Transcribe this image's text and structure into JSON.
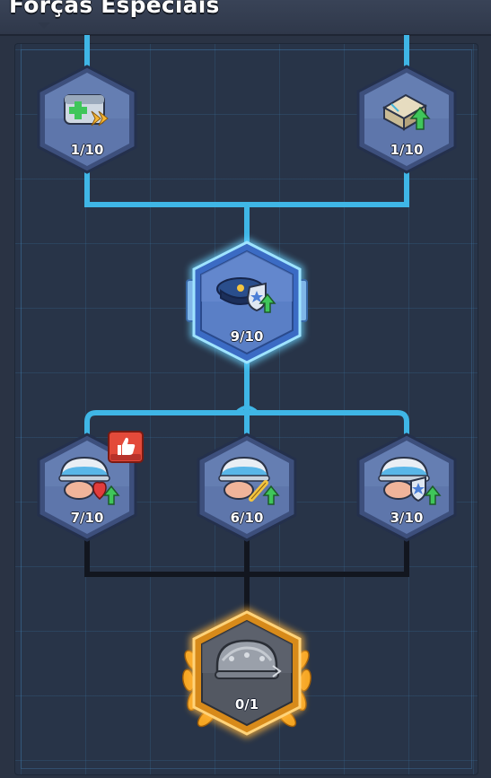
{
  "header": {
    "title": "Forças Especiais"
  },
  "colors": {
    "connector_active": "#3fb6e6",
    "connector_inactive": "#12161f",
    "hex_blue": "#5a73a8",
    "hex_glow": "#6ad4ff",
    "hex_gold": "#f5a623"
  },
  "nodes": {
    "top_left": {
      "icon": "medkit-speed-icon",
      "level": "1/10"
    },
    "top_right": {
      "icon": "building-upgrade-icon",
      "level": "1/10"
    },
    "center": {
      "icon": "police-cap-shield-icon",
      "level": "9/10"
    },
    "mid_left": {
      "icon": "soldier-heart-upgrade-icon",
      "level": "7/10"
    },
    "mid_center": {
      "icon": "soldier-sword-upgrade-icon",
      "level": "6/10"
    },
    "mid_right": {
      "icon": "soldier-shield-upgrade-icon",
      "level": "3/10"
    },
    "bottom": {
      "icon": "armored-helmet-icon",
      "level": "0/1"
    }
  },
  "recommend_badge": {
    "icon": "thumbs-up-icon"
  }
}
